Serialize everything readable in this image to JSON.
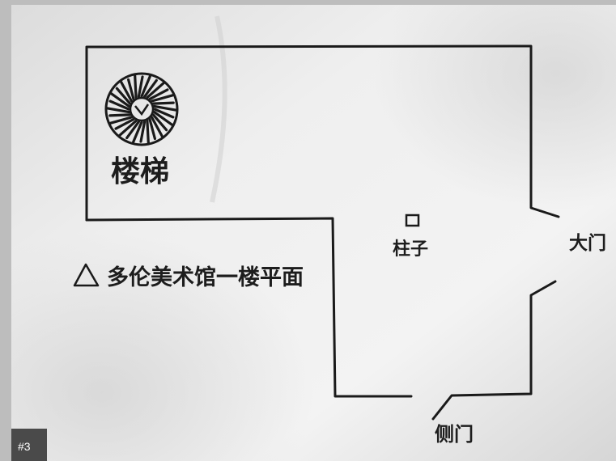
{
  "labels": {
    "stairs": "楼梯",
    "pillar": "柱子",
    "main_door": "大门",
    "side_door": "侧门",
    "plan_title": "多伦美术馆一楼平面"
  },
  "photo_tag": "#3"
}
